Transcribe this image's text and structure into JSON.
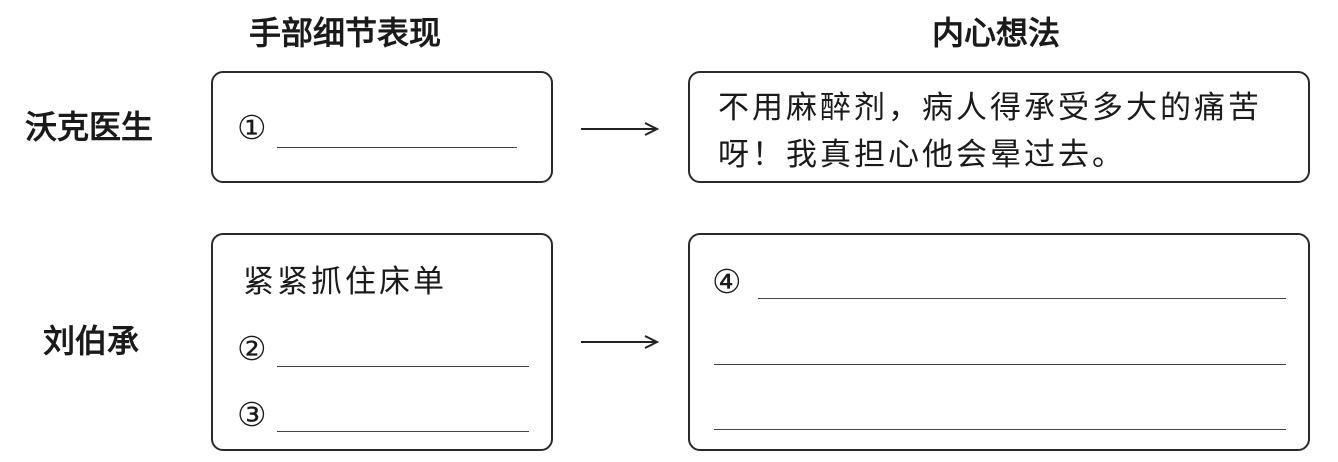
{
  "headers": {
    "hand_detail": "手部细节表现",
    "inner_thought": "内心想法"
  },
  "rows": [
    {
      "person": "沃克医生",
      "details": [
        {
          "marker": "①"
        }
      ],
      "thought": {
        "text": "不用麻醉剂，病人得承受多大的痛苦呀！我真担心他会晕过去。"
      }
    },
    {
      "person": "刘伯承",
      "details": [
        {
          "text": "紧紧抓住床单"
        },
        {
          "marker": "②"
        },
        {
          "marker": "③"
        }
      ],
      "thought": {
        "marker": "④"
      }
    }
  ]
}
